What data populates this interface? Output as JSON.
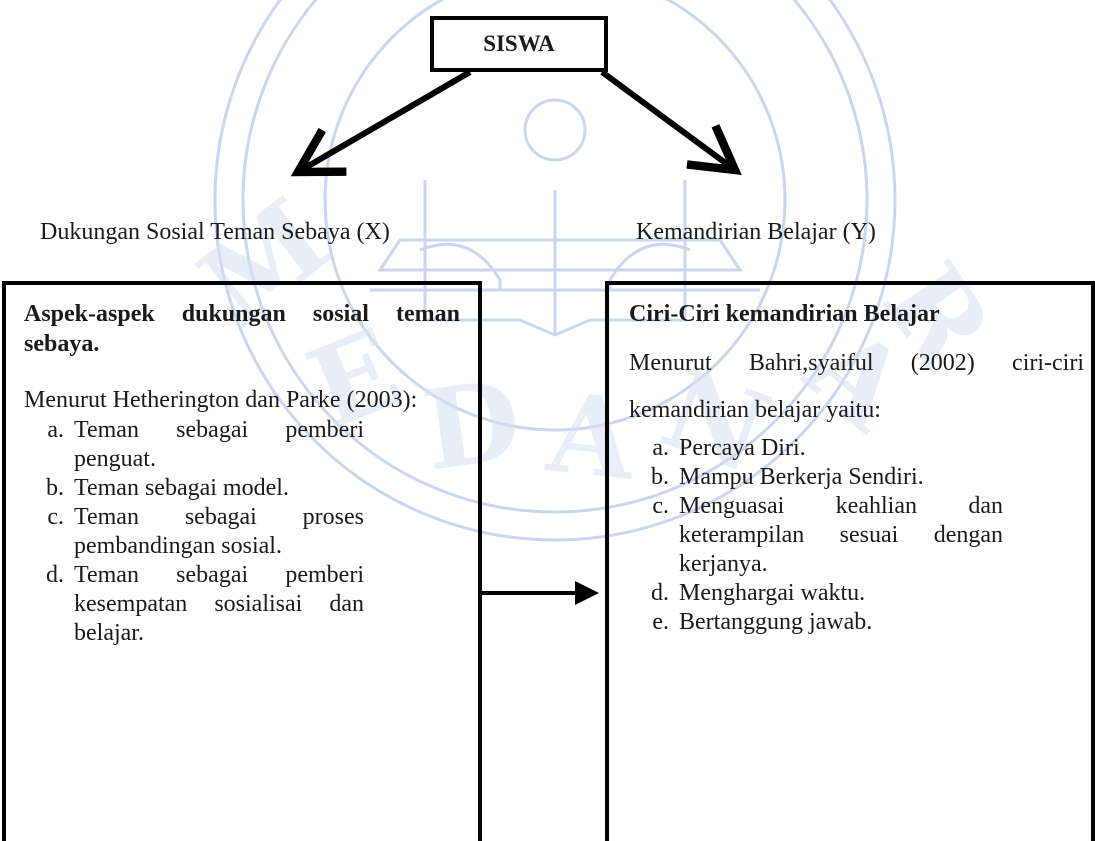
{
  "top": {
    "label": "SISWA"
  },
  "variables": {
    "x_label": "Dukungan Sosial Teman Sebaya (X)",
    "y_label": "Kemandirian Belajar (Y)"
  },
  "left_panel": {
    "heading": "Aspek-aspek dukungan sosial teman sebaya.",
    "intro": "Menurut Hetherington dan Parke (2003):",
    "items": [
      {
        "marker": "a.",
        "text": "Teman sebagai pemberi penguat."
      },
      {
        "marker": "b.",
        "text": "Teman sebagai model."
      },
      {
        "marker": "c.",
        "text": "Teman sebagai proses pembandingan sosial."
      },
      {
        "marker": "d.",
        "text": "Teman sebagai pemberi kesempatan sosialisai dan belajar."
      }
    ]
  },
  "right_panel": {
    "heading": "Ciri-Ciri kemandirian Belajar",
    "intro": "Menurut Bahri,syaiful (2002) ciri-ciri kemandirian belajar yaitu:",
    "items": [
      {
        "marker": "a.",
        "text": "Percaya Diri."
      },
      {
        "marker": "b.",
        "text": "Mampu Berkerja Sendiri."
      },
      {
        "marker": "c.",
        "text": "Menguasai keahlian dan keterampilan sesuai dengan kerjanya."
      },
      {
        "marker": "d.",
        "text": "Menghargai waktu."
      },
      {
        "marker": "e.",
        "text": "Bertanggung jawab."
      }
    ]
  },
  "colors": {
    "line": "#000000",
    "text": "#1a1a1a",
    "watermark": "#c9d6ee"
  }
}
